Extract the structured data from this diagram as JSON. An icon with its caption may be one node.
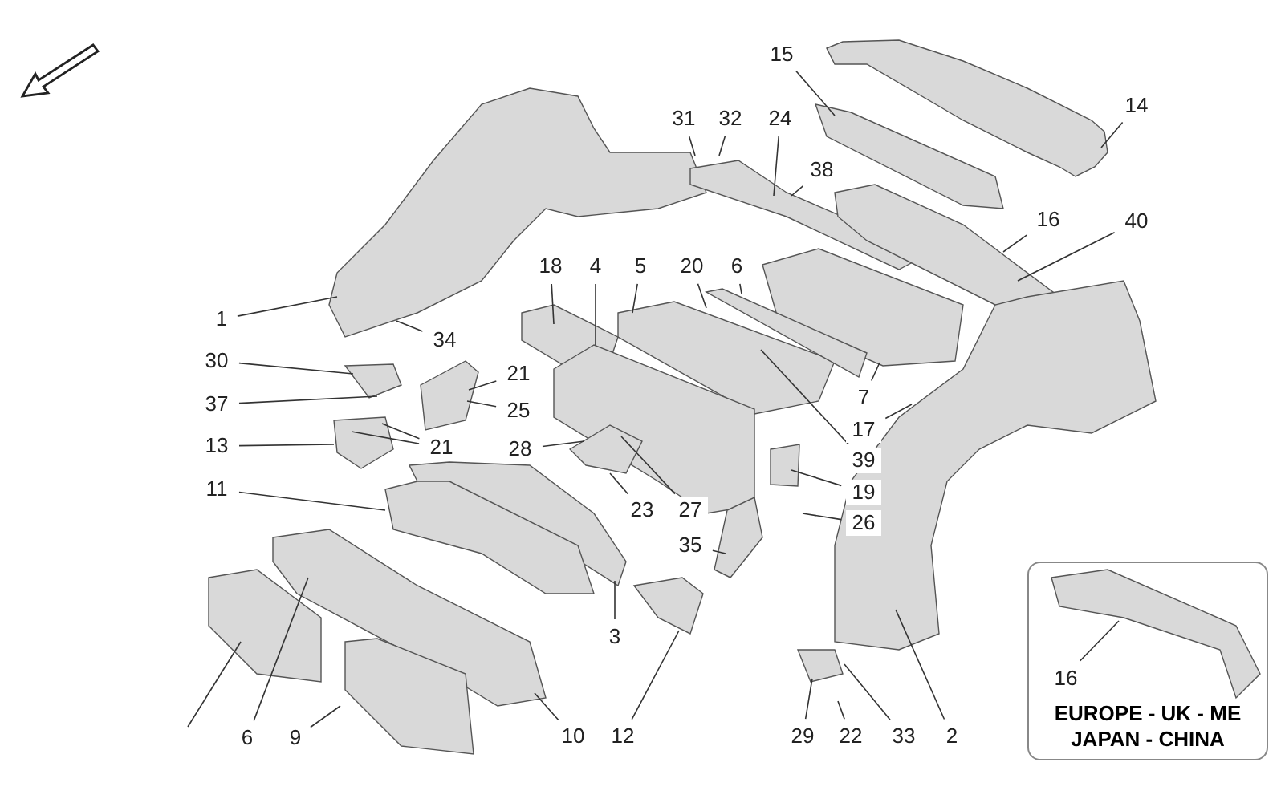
{
  "diagram": {
    "nodes": [
      {
        "text": [
          "15"
        ]
      },
      {
        "text": [
          "31"
        ]
      },
      {
        "text": [
          "32"
        ]
      },
      {
        "text": [
          "24"
        ]
      },
      {
        "text": [
          "14"
        ]
      },
      {
        "text": [
          "38"
        ]
      },
      {
        "text": [
          "16"
        ]
      },
      {
        "text": [
          "40"
        ]
      },
      {
        "text": [
          "18"
        ]
      },
      {
        "text": [
          "4"
        ]
      },
      {
        "text": [
          "5"
        ]
      },
      {
        "text": [
          "20"
        ]
      },
      {
        "text": [
          "6"
        ]
      },
      {
        "text": [
          "1"
        ]
      },
      {
        "text": [
          "34"
        ]
      },
      {
        "text": [
          "30"
        ]
      },
      {
        "text": [
          "21"
        ]
      },
      {
        "text": [
          "7"
        ]
      },
      {
        "text": [
          "37"
        ]
      },
      {
        "text": [
          "25"
        ]
      },
      {
        "text": [
          "17"
        ]
      },
      {
        "text": [
          "13"
        ]
      },
      {
        "text": [
          "21"
        ]
      },
      {
        "text": [
          "28"
        ]
      },
      {
        "text": [
          "39"
        ]
      },
      {
        "text": [
          "11"
        ]
      },
      {
        "text": [
          "19"
        ]
      },
      {
        "text": [
          "23"
        ]
      },
      {
        "text": [
          "27"
        ]
      },
      {
        "text": [
          "26"
        ]
      },
      {
        "text": [
          "35"
        ]
      },
      {
        "text": [
          "3"
        ]
      },
      {
        "text": [
          "EUROPE - UK - ME JAPAN - CHINA"
        ]
      },
      {
        "text": [
          "16"
        ],
        "in": 32
      },
      {
        "text": [
          "6"
        ]
      },
      {
        "text": [
          "9"
        ]
      },
      {
        "text": [
          "10"
        ]
      },
      {
        "text": [
          "12"
        ]
      },
      {
        "text": [
          "29"
        ]
      },
      {
        "text": [
          "22"
        ]
      },
      {
        "text": [
          "33"
        ]
      },
      {
        "text": [
          "2"
        ]
      }
    ],
    "edges": [
      {
        "from": 0,
        "to": null,
        "arrow": "none"
      },
      {
        "from": 1,
        "to": null,
        "arrow": "none"
      },
      {
        "from": 2,
        "to": null,
        "arrow": "none"
      },
      {
        "from": 3,
        "to": null,
        "arrow": "none"
      },
      {
        "from": 4,
        "to": null,
        "arrow": "none"
      },
      {
        "from": 5,
        "to": null,
        "arrow": "none"
      },
      {
        "from": 6,
        "to": null,
        "arrow": "none"
      },
      {
        "from": 7,
        "to": null,
        "arrow": "none"
      },
      {
        "from": 8,
        "to": null,
        "arrow": "none"
      },
      {
        "from": 9,
        "to": null,
        "arrow": "none"
      },
      {
        "from": 10,
        "to": null,
        "arrow": "none"
      },
      {
        "from": 11,
        "to": null,
        "arrow": "none"
      },
      {
        "from": 12,
        "to": null,
        "arrow": "none"
      },
      {
        "from": 13,
        "to": null,
        "arrow": "none"
      },
      {
        "from": 14,
        "to": null,
        "arrow": "none"
      },
      {
        "from": 15,
        "to": null,
        "arrow": "none"
      },
      {
        "from": 16,
        "to": null,
        "arrow": "none"
      },
      {
        "from": 17,
        "to": null,
        "arrow": "none"
      },
      {
        "from": 18,
        "to": null,
        "arrow": "none"
      },
      {
        "from": 19,
        "to": null,
        "arrow": "none"
      },
      {
        "from": 20,
        "to": null,
        "arrow": "none"
      },
      {
        "from": 21,
        "to": null,
        "arrow": "none"
      },
      {
        "from": 22,
        "to": null,
        "arrow": "none"
      },
      {
        "from": 22,
        "to": null,
        "arrow": "none"
      },
      {
        "from": 23,
        "to": null,
        "arrow": "none"
      },
      {
        "from": 24,
        "to": null,
        "arrow": "none"
      },
      {
        "from": 25,
        "to": null,
        "arrow": "none"
      },
      {
        "from": 26,
        "to": null,
        "arrow": "none"
      },
      {
        "from": 27,
        "to": null,
        "arrow": "none"
      },
      {
        "from": 28,
        "to": null,
        "arrow": "none"
      },
      {
        "from": 29,
        "to": null,
        "arrow": "none"
      },
      {
        "from": 30,
        "to": null,
        "arrow": "none"
      },
      {
        "from": 31,
        "to": null,
        "arrow": "none"
      },
      {
        "from": 33,
        "to": null,
        "arrow": "none"
      },
      {
        "from": 34,
        "to": null,
        "arrow": "none"
      },
      {
        "from": 35,
        "to": null,
        "arrow": "none"
      },
      {
        "from": 36,
        "to": null,
        "arrow": "none"
      },
      {
        "from": 37,
        "to": null,
        "arrow": "none"
      },
      {
        "from": 38,
        "to": null,
        "arrow": "none"
      },
      {
        "from": 39,
        "to": null,
        "arrow": "none"
      },
      {
        "from": 40,
        "to": null,
        "arrow": "none"
      },
      {
        "from": 41,
        "to": null,
        "arrow": "none"
      }
    ]
  }
}
